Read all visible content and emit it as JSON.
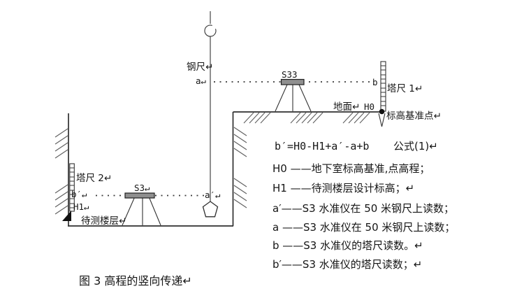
{
  "diagram": {
    "labels": {
      "steel_tape": "钢尺↵",
      "reading_a": "a↵",
      "level_s33": "S33",
      "reading_b": "b",
      "staff_1": "塔尺 1↵",
      "ground": "地面↵",
      "h0": "H0",
      "benchmark_point": "标高基准点↵",
      "staff_2": "塔尺 2↵",
      "reading_b_prime": "b′↵",
      "h1": "H1↵",
      "floor_under_test": "待测楼层↵",
      "level_s3": "S3↵",
      "reading_a_prime": "a′↵"
    }
  },
  "formula": {
    "equation": "b′=H0-H1+a′-a+b",
    "tag": "公式(1)↵"
  },
  "legend": {
    "rows": [
      "H0 ——地下室标高基准,点高程；",
      "H1 ——待测楼层设计标高；↵",
      "a′——S3 水准仪在 50 米钢尺上读数；",
      "a ——S3 水准仪在 50 米钢尺上读数；",
      "b ——S3 水准仪的塔尺读数。↵",
      "b′——S3 水准仪的塔尺读数；↵"
    ]
  },
  "caption": "图 3 高程的竖向传递↵",
  "colors": {
    "background": "#ffffff",
    "line": "#2f2f2f",
    "hatch": "#5f5f5f",
    "text": "#161616",
    "instrument_fill": "#8f8f8f"
  }
}
